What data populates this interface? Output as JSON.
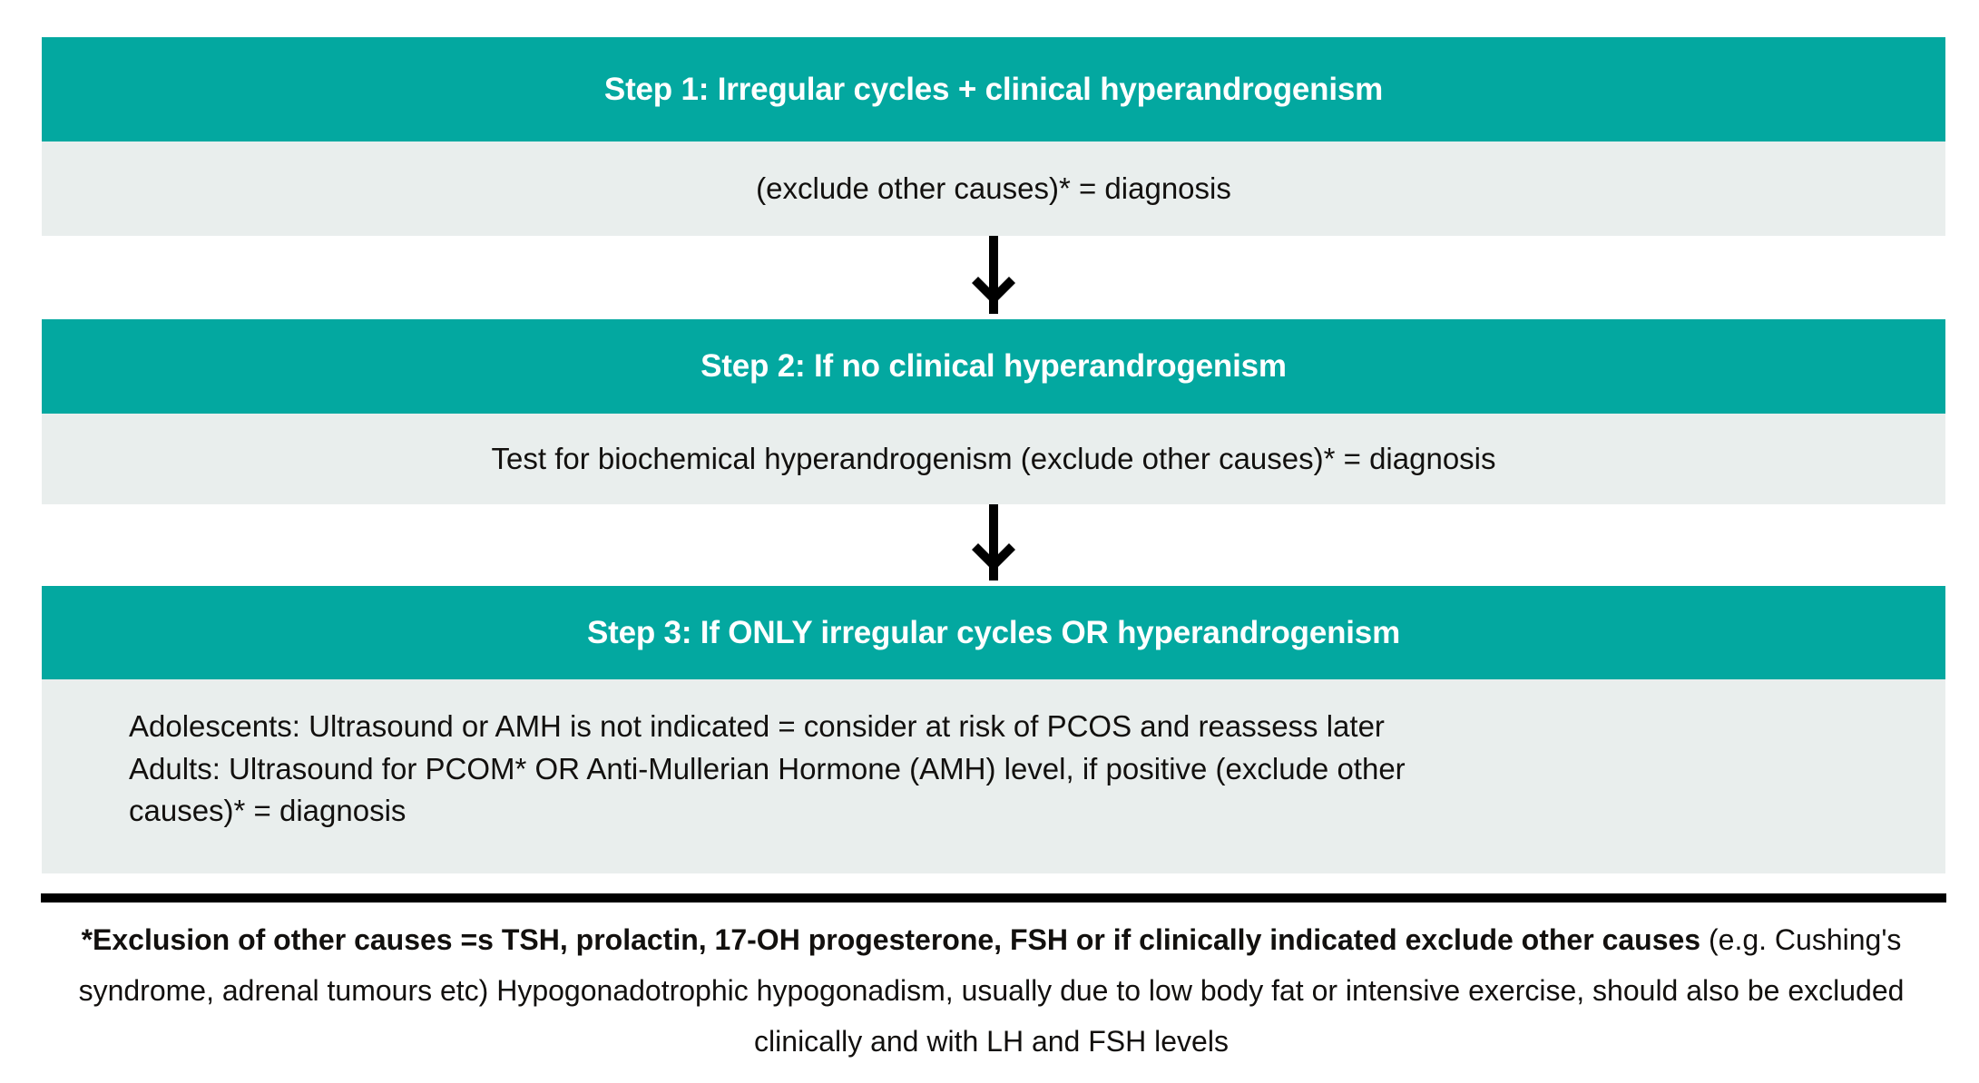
{
  "colors": {
    "teal": "#03a8a0",
    "body_grey": "#e9eeed",
    "text_dark": "#12100e",
    "header_text": "#ffffff",
    "divider": "#000000",
    "page_background": "#ffffff"
  },
  "flow": {
    "steps": [
      {
        "header": "Step 1: Irregular cycles + clinical hyperandrogenism",
        "body_lines": [
          "(exclude other causes)* = diagnosis"
        ]
      },
      {
        "header": "Step 2: If no clinical hyperandrogenism",
        "body_lines": [
          "Test for biochemical hyperandrogenism (exclude other causes)* = diagnosis"
        ]
      },
      {
        "header": "Step 3: If ONLY irregular cycles OR hyperandrogenism",
        "body_lines": [
          "Adolescents: Ultrasound or AMH is not indicated = consider at risk of PCOS and reassess later",
          "Adults: Ultrasound for PCOM* OR Anti-Mullerian Hormone (AMH) level, if positive (exclude other",
          "causes)* = diagnosis"
        ]
      }
    ],
    "connectors": [
      {
        "icon": "down-arrow-icon"
      },
      {
        "icon": "down-arrow-icon"
      }
    ]
  },
  "footnote": {
    "bold_lead": "*Exclusion of other causes =s TSH, prolactin, 17-OH progesterone, FSH or if clinically indicated exclude other causes",
    "regular_tail": " (e.g. Cushing's syndrome, adrenal tumours etc) Hypogonadotrophic hypogonadism, usually due to low body fat or intensive exercise, should also be excluded clinically and with LH and FSH levels"
  }
}
